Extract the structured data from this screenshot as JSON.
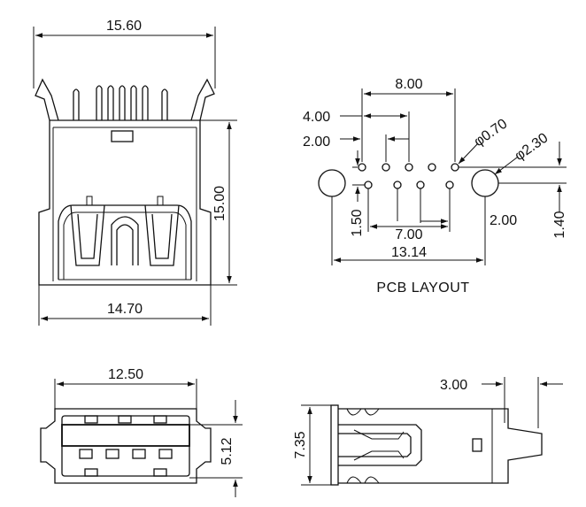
{
  "top_view": {
    "width_top": "15.60",
    "height": "15.00",
    "width_bottom": "14.70"
  },
  "pcb_layout": {
    "title": "PCB LAYOUT",
    "dim_8_00": "8.00",
    "dim_4_00": "4.00",
    "dim_2_00_left": "2.00",
    "dia_pin": "φ0.70",
    "dia_peg": "φ2.30",
    "dim_1_50": "1.50",
    "dim_7_00": "7.00",
    "dim_2_00_right": "2.00",
    "dim_1_40": "1.40",
    "dim_13_14": "13.14"
  },
  "front_view": {
    "width": "12.50",
    "height_inner": "5.12"
  },
  "side_view": {
    "height": "7.35",
    "lead": "3.00"
  }
}
